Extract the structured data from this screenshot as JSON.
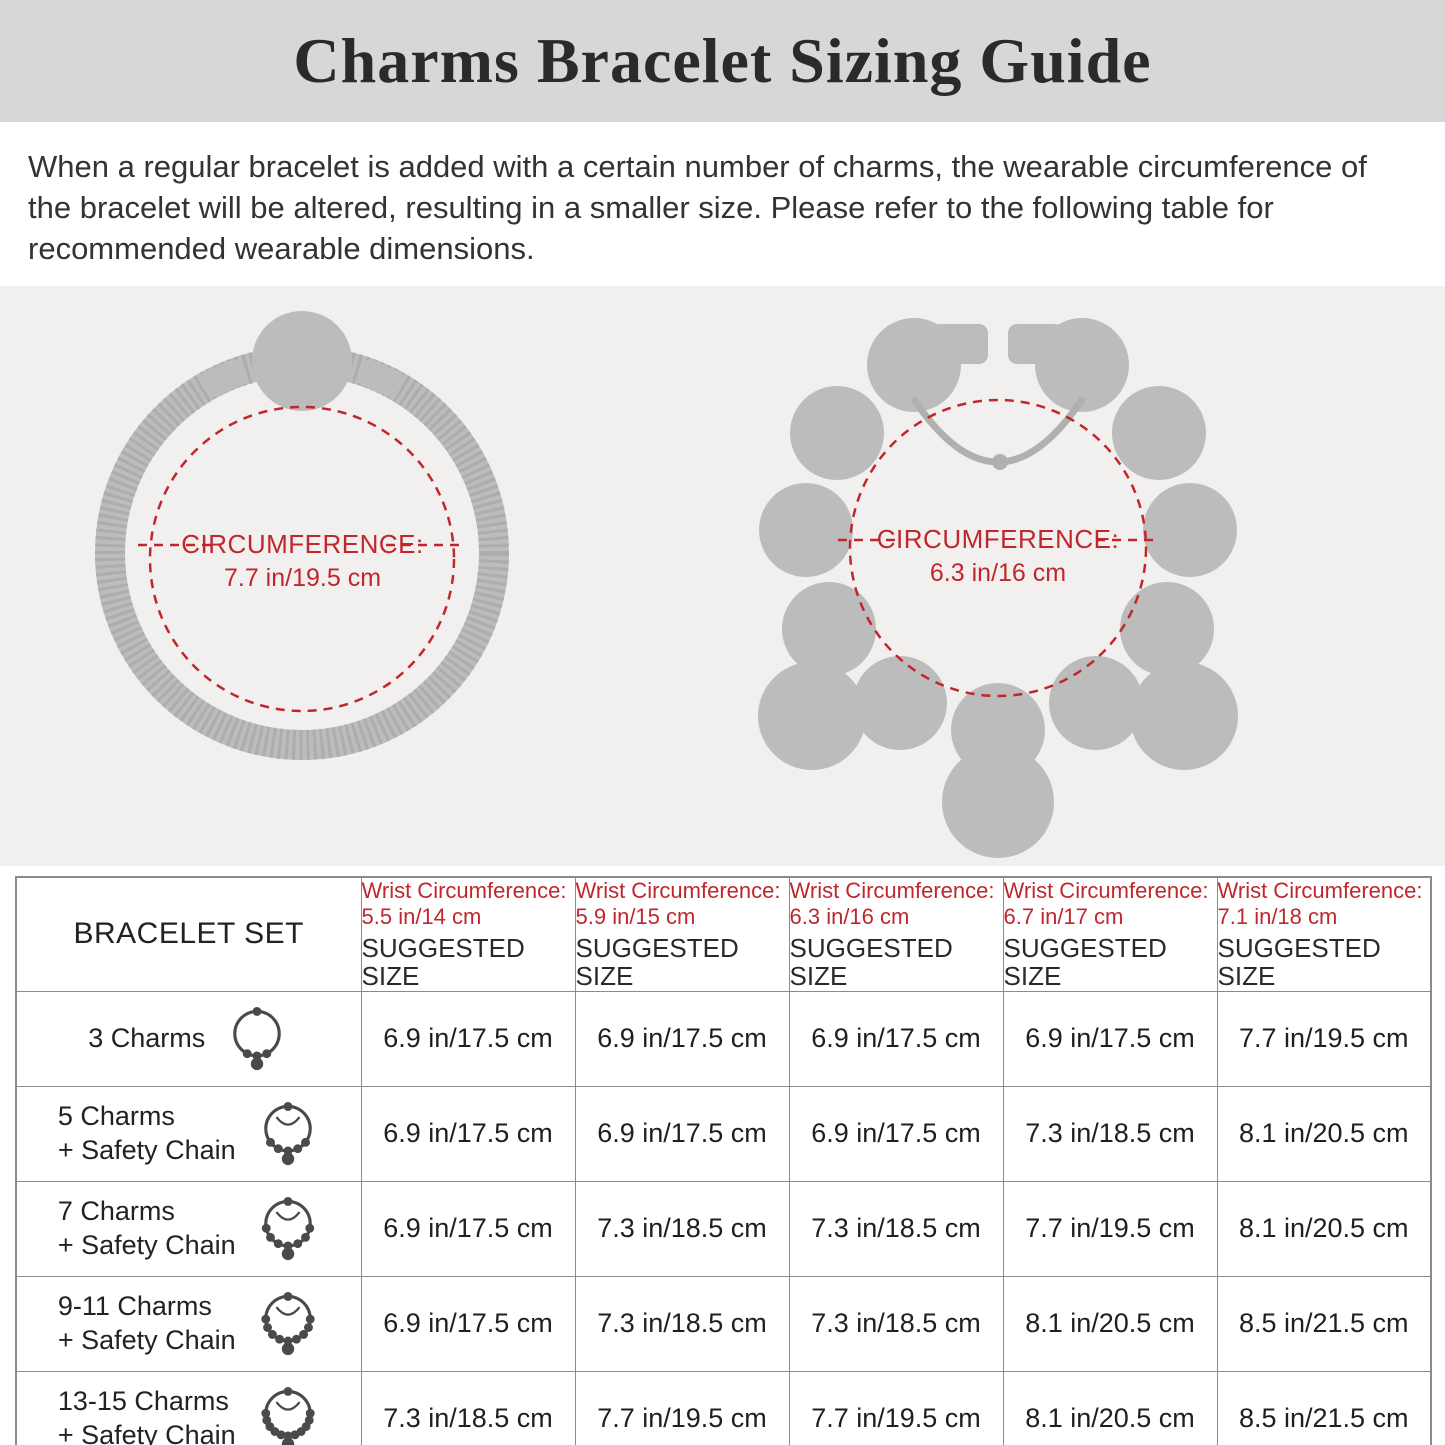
{
  "page": {
    "title": "Charms Bracelet Sizing Guide",
    "intro": "When a regular bracelet is added with a certain number of charms, the wearable circumference of the bracelet will be altered, resulting in a smaller size. Please refer to the following table for recommended wearable dimensions."
  },
  "colors": {
    "accent_red": "#c0272d",
    "bracelet_gray": "#bcbcbc",
    "table_border_gray": "#8b8b8b"
  },
  "diagrams": {
    "plain_bracelet": {
      "label_line1": "CIRCUMFERENCE:",
      "label_line2": "7.7 in/19.5 cm"
    },
    "charm_bracelet": {
      "label_line1": "CIRCUMFERENCE:",
      "label_line2": "6.3 in/16 cm"
    }
  },
  "table": {
    "first_header": "BRACELET SET",
    "col_headers": [
      {
        "line1": "Wrist Circumference:",
        "line2": "5.5 in/14 cm",
        "line3": "SUGGESTED SIZE"
      },
      {
        "line1": "Wrist Circumference:",
        "line2": "5.9 in/15 cm",
        "line3": "SUGGESTED SIZE"
      },
      {
        "line1": "Wrist Circumference:",
        "line2": "6.3 in/16 cm",
        "line3": "SUGGESTED SIZE"
      },
      {
        "line1": "Wrist Circumference:",
        "line2": "6.7 in/17 cm",
        "line3": "SUGGESTED SIZE"
      },
      {
        "line1": "Wrist Circumference:",
        "line2": "7.1 in/18 cm",
        "line3": "SUGGESTED SIZE"
      }
    ],
    "rows": [
      {
        "label_line1": "3 Charms",
        "label_line2": "",
        "cells": [
          "6.9 in/17.5 cm",
          "6.9 in/17.5 cm",
          "6.9 in/17.5 cm",
          "6.9 in/17.5 cm",
          "7.7 in/19.5 cm"
        ]
      },
      {
        "label_line1": "5 Charms",
        "label_line2": "+ Safety Chain",
        "cells": [
          "6.9 in/17.5 cm",
          "6.9 in/17.5 cm",
          "6.9 in/17.5 cm",
          "7.3 in/18.5 cm",
          "8.1 in/20.5 cm"
        ]
      },
      {
        "label_line1": "7 Charms",
        "label_line2": "+ Safety Chain",
        "cells": [
          "6.9 in/17.5 cm",
          "7.3 in/18.5 cm",
          "7.3 in/18.5 cm",
          "7.7 in/19.5 cm",
          "8.1 in/20.5 cm"
        ]
      },
      {
        "label_line1": "9-11 Charms",
        "label_line2": "+ Safety Chain",
        "cells": [
          "6.9 in/17.5 cm",
          "7.3 in/18.5 cm",
          "7.3 in/18.5 cm",
          "8.1 in/20.5 cm",
          "8.5 in/21.5 cm"
        ]
      },
      {
        "label_line1": "13-15 Charms",
        "label_line2": "+ Safety Chain",
        "cells": [
          "7.3 in/18.5 cm",
          "7.7 in/19.5 cm",
          "7.7 in/19.5 cm",
          "8.1 in/20.5 cm",
          "8.5 in/21.5 cm"
        ]
      }
    ]
  }
}
